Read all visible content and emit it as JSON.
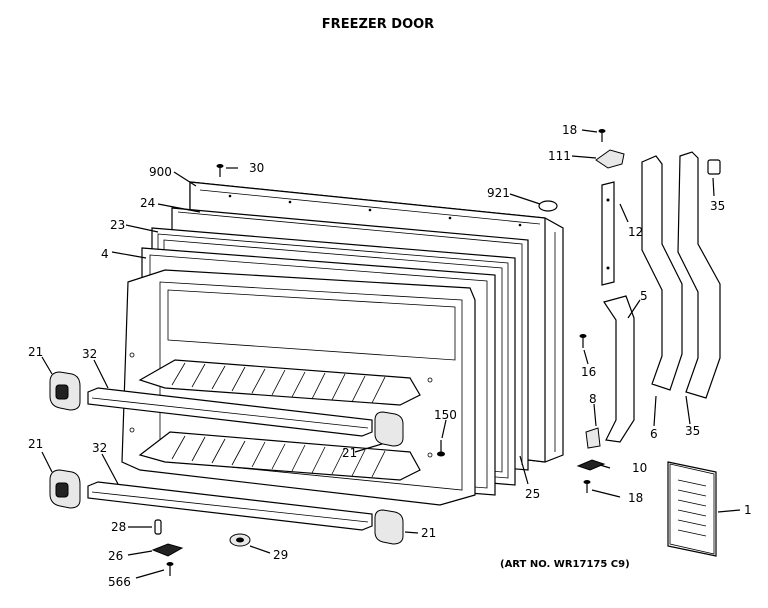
{
  "title": "FREEZER DOOR",
  "art_number": "(ART NO. WR17175 C9)",
  "callouts": {
    "c18a": "18",
    "c111": "111",
    "c30": "30",
    "c900": "900",
    "c921": "921",
    "c24": "24",
    "c23": "23",
    "c4": "4",
    "c12": "12",
    "c35a": "35",
    "c5": "5",
    "c16": "16",
    "c21a": "21",
    "c32a": "32",
    "c150": "150",
    "c8": "8",
    "c6": "6",
    "c35b": "35",
    "c21b": "21",
    "c21c": "21",
    "c32b": "32",
    "c10": "10",
    "c25": "25",
    "c18b": "18",
    "c1": "1",
    "c28": "28",
    "c21d": "21",
    "c26": "26",
    "c29": "29",
    "c566": "566"
  }
}
